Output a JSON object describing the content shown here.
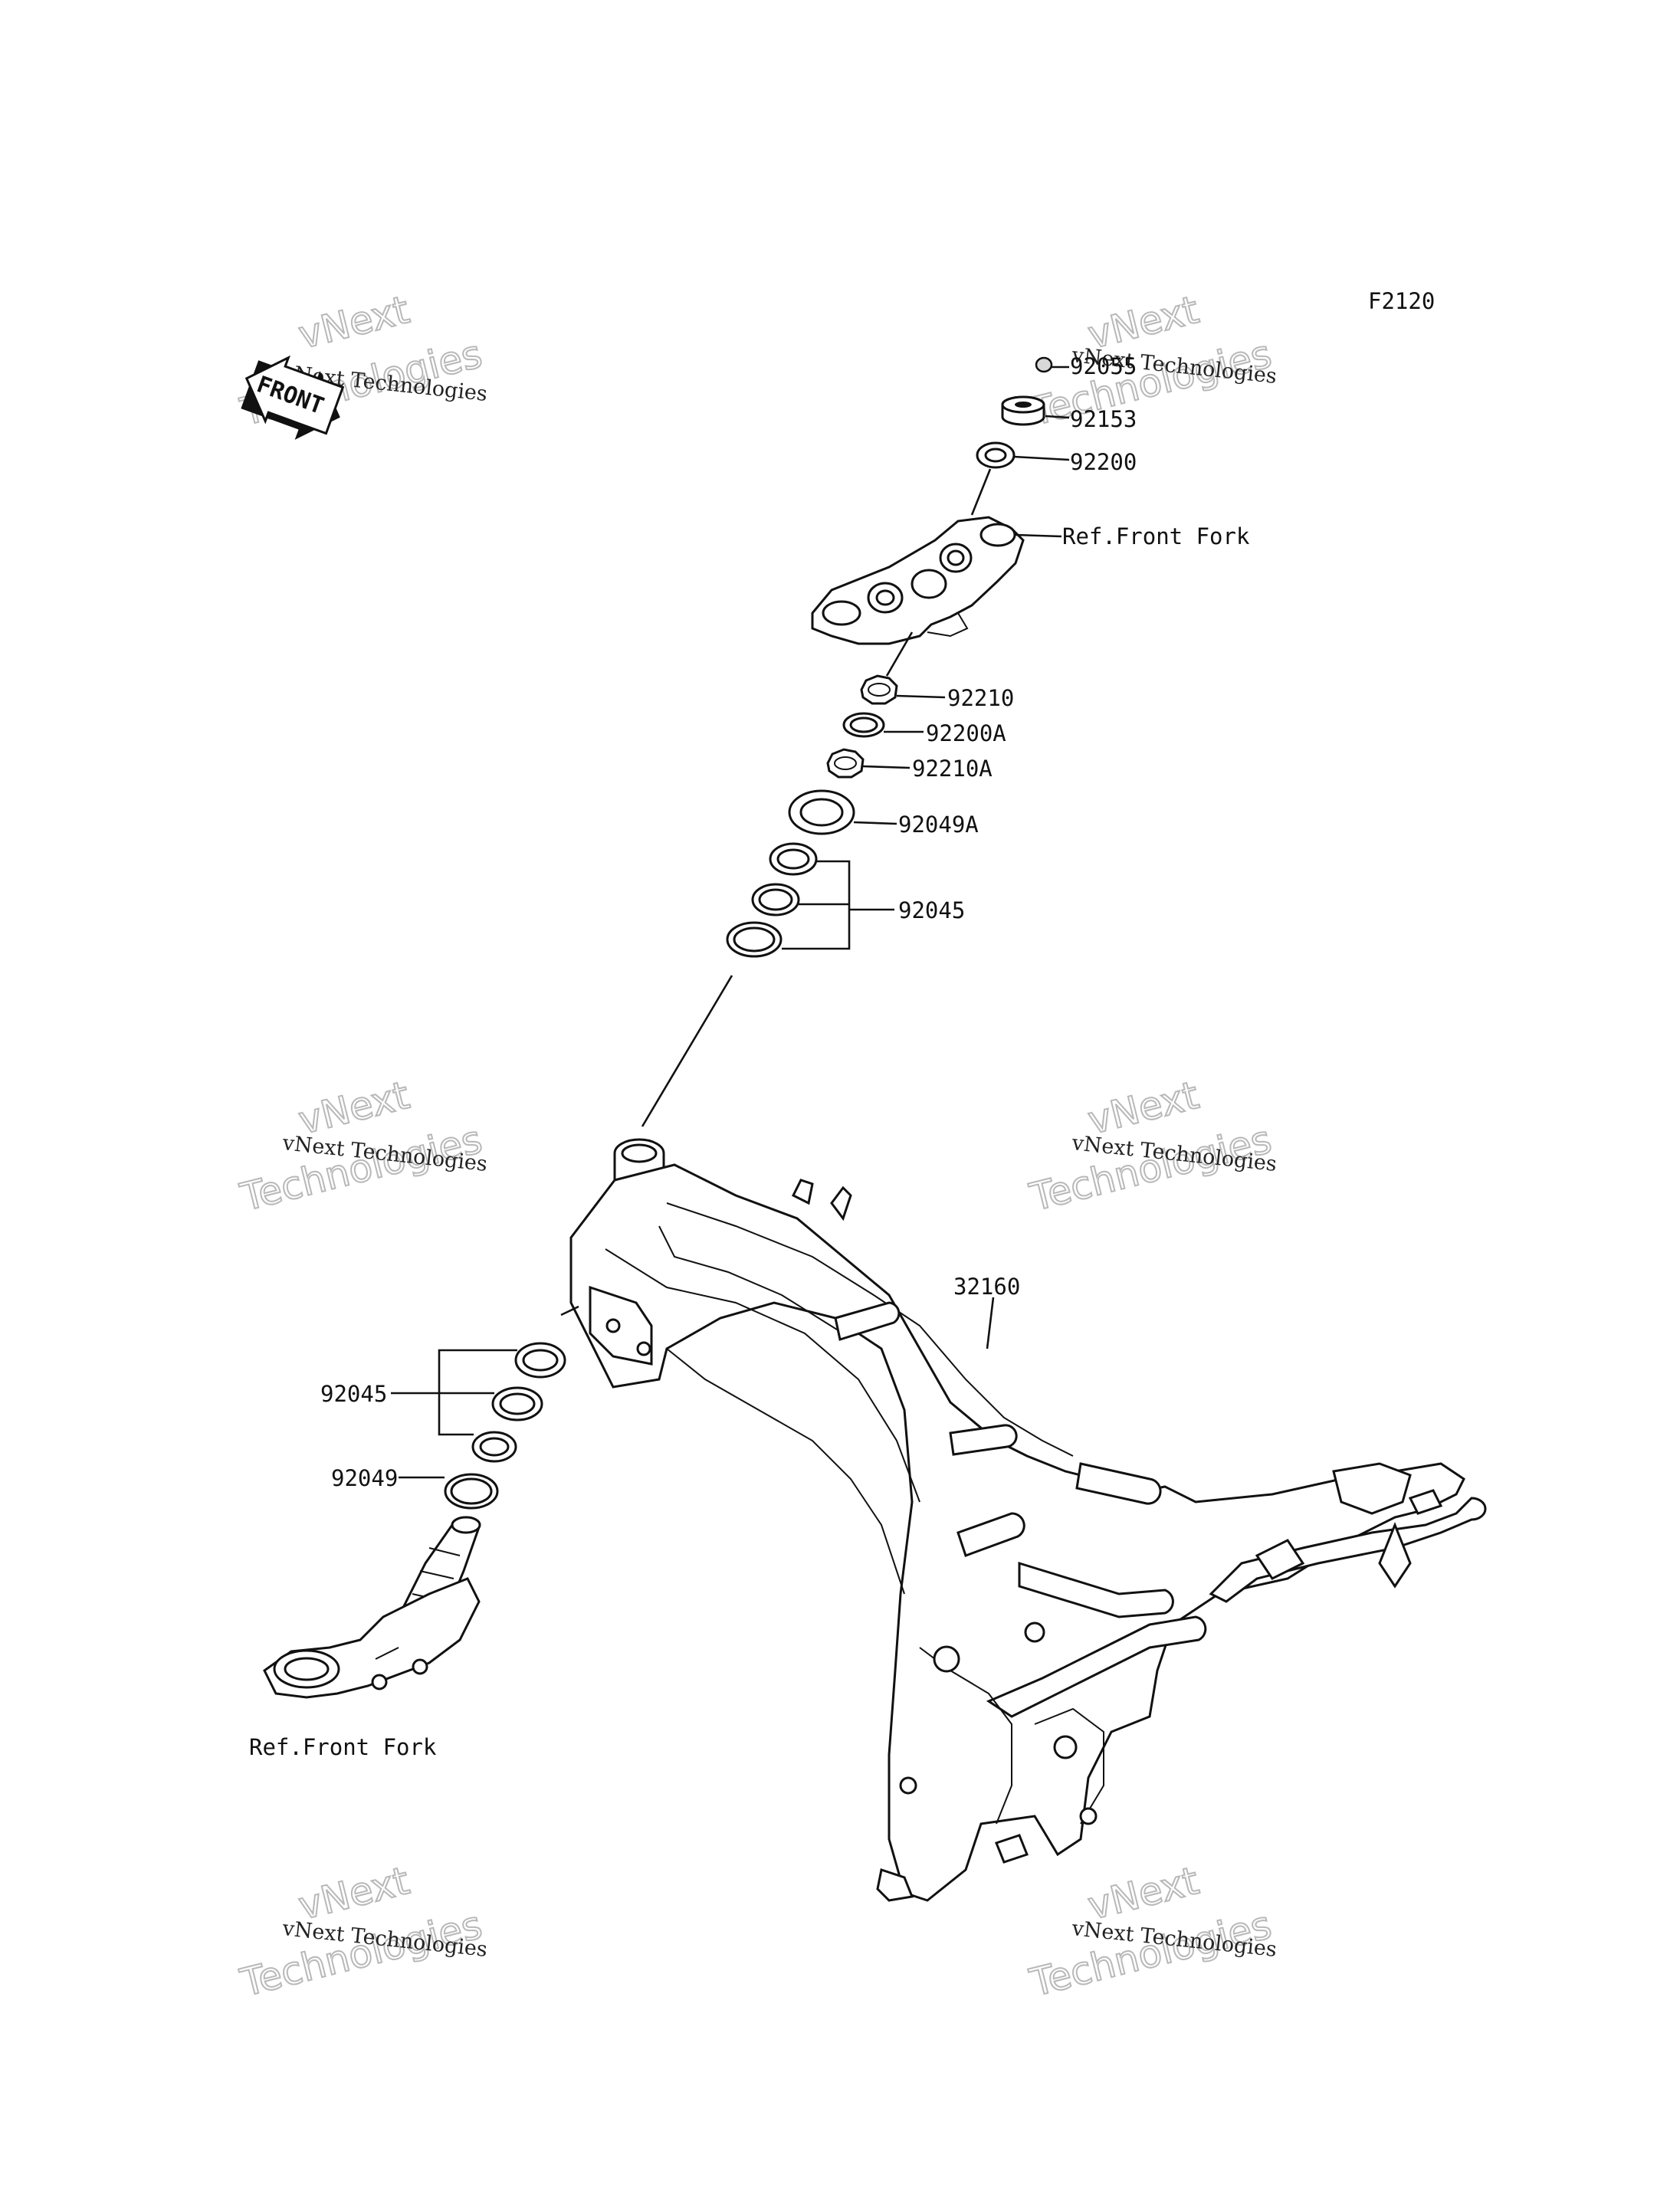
{
  "figure_code": "F2120",
  "front_marker": "FRONT",
  "watermark": {
    "line1": "vNext Technologies",
    "line2": "vNext",
    "line3": "Technologies"
  },
  "callouts": {
    "c92055": "92055",
    "c92153": "92153",
    "c92200": "92200",
    "ref_front_fork_upper": "Ref.Front Fork",
    "c92210": "92210",
    "c92200A": "92200A",
    "c92210A": "92210A",
    "c92049A": "92049A",
    "c92045_upper": "92045",
    "c32160": "32160",
    "c92045_lower": "92045",
    "c92049": "92049",
    "ref_front_fork_lower": "Ref.Front Fork"
  }
}
